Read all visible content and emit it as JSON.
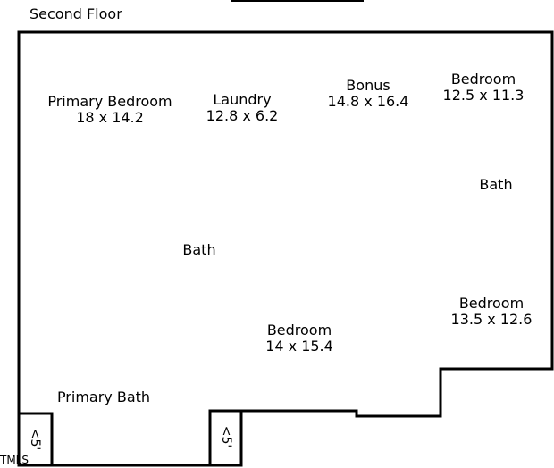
{
  "floor_title": "Second Floor",
  "rooms": [
    {
      "name": "Primary Bedroom",
      "dims": "18 x 14.2"
    },
    {
      "name": "Laundry",
      "dims": "12.8 x 6.2"
    },
    {
      "name": "Bonus",
      "dims": "14.8 x 16.4"
    },
    {
      "name": "Bedroom",
      "dims": "12.5 x 11.3"
    },
    {
      "name": "Bath",
      "dims": ""
    },
    {
      "name": "Bath",
      "dims": ""
    },
    {
      "name": "Bedroom",
      "dims": "13.5 x 12.6"
    },
    {
      "name": "Bedroom",
      "dims": "14 x 15.4"
    },
    {
      "name": "Primary Bath",
      "dims": ""
    }
  ],
  "closets": [
    "<5'",
    "<5'"
  ],
  "watermark": "TMLS"
}
